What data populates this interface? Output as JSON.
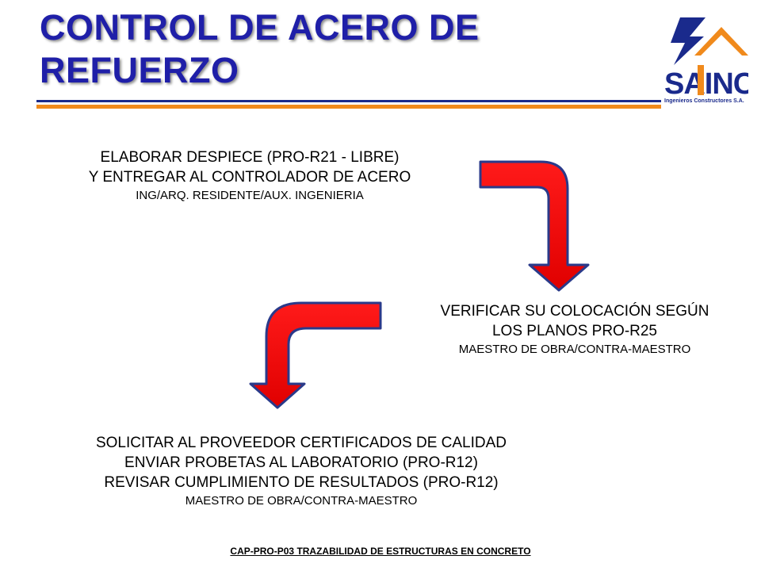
{
  "title": {
    "line1": "CONTROL DE ACERO DE",
    "line2": "REFUERZO"
  },
  "logo": {
    "brand": "SAINC",
    "subtitle": "Ingenieros Constructores S.A.",
    "colors": {
      "blue": "#1a2a8c",
      "orange": "#f08a1c"
    }
  },
  "steps": [
    {
      "lines": [
        "ELABORAR DESPIECE (PRO-R21 - LIBRE)",
        "Y ENTREGAR AL CONTROLADOR DE ACERO"
      ],
      "responsible": "ING/ARQ. RESIDENTE/AUX. INGENIERIA"
    },
    {
      "lines": [
        "VERIFICAR SU COLOCACIÓN SEGÚN",
        "LOS PLANOS PRO-R25"
      ],
      "responsible": "MAESTRO DE OBRA/CONTRA-MAESTRO"
    },
    {
      "lines": [
        "SOLICITAR AL PROVEEDOR CERTIFICADOS DE CALIDAD",
        "ENVIAR PROBETAS AL LABORATORIO (PRO-R12)",
        "REVISAR CUMPLIMIENTO DE RESULTADOS (PRO-R12)"
      ],
      "responsible": "MAESTRO DE OBRA/CONTRA-MAESTRO"
    }
  ],
  "arrows": {
    "fill": "#ff0000",
    "outline": "#2a3a8a",
    "icons": [
      "arrow-right-down-icon",
      "arrow-left-down-icon"
    ]
  },
  "footer": "CAP-PRO-P03 TRAZABILIDAD DE ESTRUCTURAS EN CONCRETO"
}
